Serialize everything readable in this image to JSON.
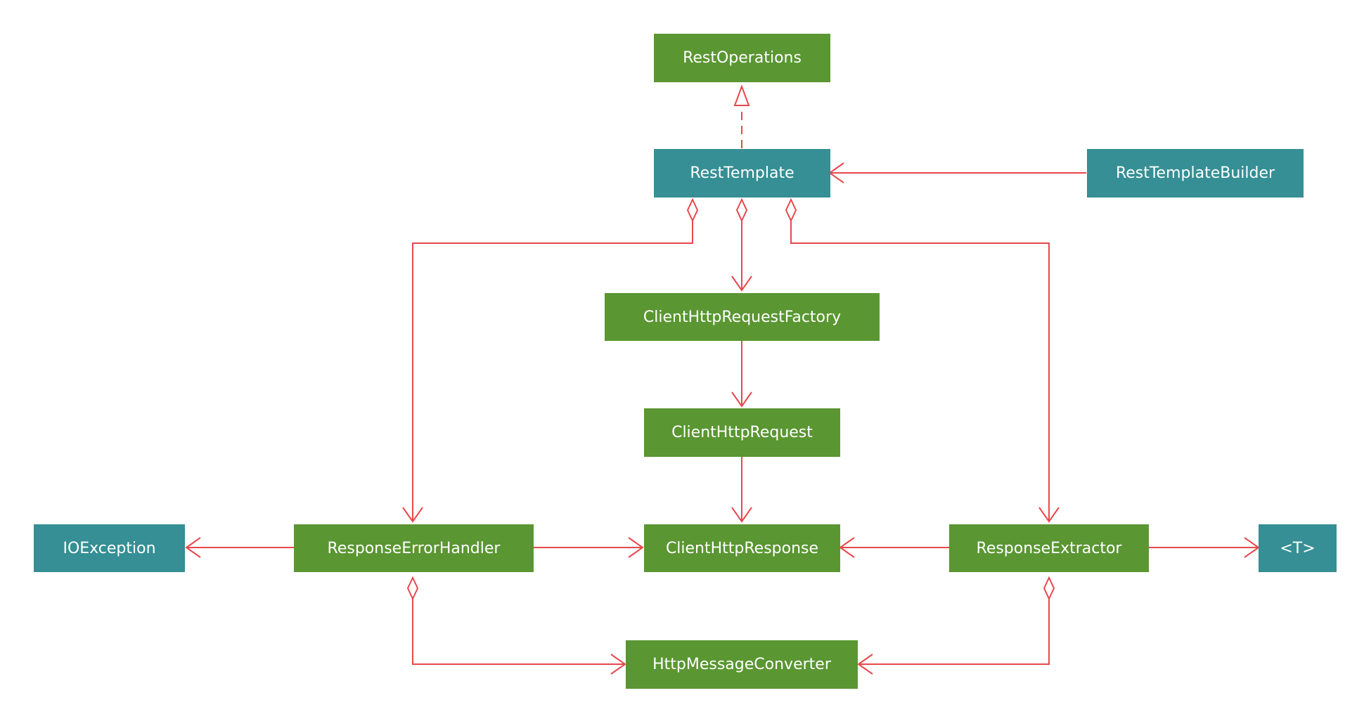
{
  "diagram": {
    "colors": {
      "interface": "#5a9632",
      "class": "#358f94",
      "edge": "#e8474c"
    },
    "nodes": {
      "rest_operations": {
        "label": "RestOperations",
        "kind": "interface"
      },
      "rest_template": {
        "label": "RestTemplate",
        "kind": "class"
      },
      "rest_template_builder": {
        "label": "RestTemplateBuilder",
        "kind": "class"
      },
      "client_http_request_factory": {
        "label": "ClientHttpRequestFactory",
        "kind": "interface"
      },
      "client_http_request": {
        "label": "ClientHttpRequest",
        "kind": "interface"
      },
      "io_exception": {
        "label": "IOException",
        "kind": "class"
      },
      "response_error_handler": {
        "label": "ResponseErrorHandler",
        "kind": "interface"
      },
      "client_http_response": {
        "label": "ClientHttpResponse",
        "kind": "interface"
      },
      "response_extractor": {
        "label": "ResponseExtractor",
        "kind": "interface"
      },
      "type_t": {
        "label": "<T>",
        "kind": "class"
      },
      "http_message_converter": {
        "label": "HttpMessageConverter",
        "kind": "interface"
      }
    },
    "edges": [
      {
        "from": "rest_template",
        "to": "rest_operations",
        "type": "realization"
      },
      {
        "from": "rest_template_builder",
        "to": "rest_template",
        "type": "dependency"
      },
      {
        "from": "rest_template",
        "to": "response_error_handler",
        "type": "aggregation"
      },
      {
        "from": "rest_template",
        "to": "client_http_request_factory",
        "type": "aggregation"
      },
      {
        "from": "rest_template",
        "to": "response_extractor",
        "type": "aggregation"
      },
      {
        "from": "client_http_request_factory",
        "to": "client_http_request",
        "type": "dependency"
      },
      {
        "from": "client_http_request",
        "to": "client_http_response",
        "type": "dependency"
      },
      {
        "from": "response_error_handler",
        "to": "io_exception",
        "type": "dependency"
      },
      {
        "from": "response_error_handler",
        "to": "client_http_response",
        "type": "dependency"
      },
      {
        "from": "response_extractor",
        "to": "client_http_response",
        "type": "dependency"
      },
      {
        "from": "response_extractor",
        "to": "type_t",
        "type": "dependency"
      },
      {
        "from": "response_error_handler",
        "to": "http_message_converter",
        "type": "aggregation"
      },
      {
        "from": "response_extractor",
        "to": "http_message_converter",
        "type": "aggregation"
      }
    ]
  }
}
